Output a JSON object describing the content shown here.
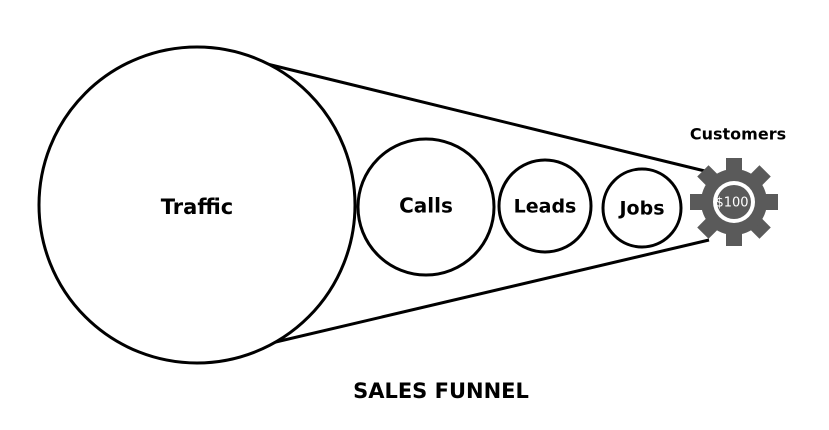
{
  "diagram": {
    "title": "SALES FUNNEL",
    "stages": [
      {
        "label": "Traffic"
      },
      {
        "label": "Calls"
      },
      {
        "label": "Leads"
      },
      {
        "label": "Jobs"
      }
    ],
    "customers_label": "Customers",
    "gear_value": "$100",
    "gear_icon": "gear-icon",
    "colors": {
      "stroke": "#000000",
      "gear": "#5a5a5a",
      "gear_text": "#ffffff",
      "background": "#ffffff"
    }
  }
}
